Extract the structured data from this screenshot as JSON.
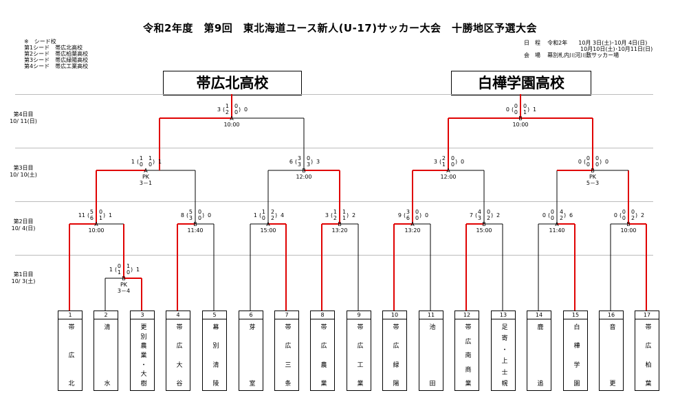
{
  "title": "令和2年度　第9回　東北海道ユース新人(U-17)サッカー大会　十勝地区予選大会",
  "seeds": {
    "heading": "※　シード校",
    "lines": [
      "第1シード　帯広北高校",
      "第2シード　帯広柏葉高校",
      "第3シード　帯広緑陽高校",
      "第4シード　帯広工業高校"
    ]
  },
  "schedule": {
    "label1": "日　程",
    "val1": "令和2年　　10月 3日(土)･10月 4日(日)",
    "val1b": "10月10日(土)･10月11日(日)",
    "label2": "会　場",
    "val2": "幕別札内川河川敷サッカー場"
  },
  "champions": [
    "帯広北高校",
    "白樺学園高校"
  ],
  "days": [
    {
      "name": "第4日目",
      "date": "10/ 11(日)"
    },
    {
      "name": "第3日目",
      "date": "10/ 10(土)"
    },
    {
      "name": "第2日目",
      "date": "10/ 4(日)"
    },
    {
      "name": "第1日目",
      "date": "10/ 3(土)"
    }
  ],
  "teams": [
    {
      "num": "1",
      "name": "帯広北"
    },
    {
      "num": "2",
      "name": "清水"
    },
    {
      "num": "3",
      "name": "更別農業・大樹"
    },
    {
      "num": "4",
      "name": "帯広大谷"
    },
    {
      "num": "5",
      "name": "幕別清陵"
    },
    {
      "num": "6",
      "name": "芽室"
    },
    {
      "num": "7",
      "name": "帯広三条"
    },
    {
      "num": "8",
      "name": "帯広農業"
    },
    {
      "num": "9",
      "name": "帯広工業"
    },
    {
      "num": "10",
      "name": "帯広緑陽"
    },
    {
      "num": "11",
      "name": "池田"
    },
    {
      "num": "12",
      "name": "帯広南商業"
    },
    {
      "num": "13",
      "name": "足寄・上士幌"
    },
    {
      "num": "14",
      "name": "鹿追"
    },
    {
      "num": "15",
      "name": "白樺学園"
    },
    {
      "num": "16",
      "name": "音更"
    },
    {
      "num": "17",
      "name": "帯広柏葉"
    }
  ],
  "matches": [
    {
      "id": "r1",
      "sl": "1",
      "sr": "1",
      "h": [
        "0",
        "1"
      ],
      "h2": [
        "1",
        "0"
      ],
      "court": "B",
      "time": "",
      "pk": "PK",
      "pks": "3－4"
    },
    {
      "id": "r2a",
      "sl": "11",
      "sr": "1",
      "h": [
        "5",
        "0"
      ],
      "h2": [
        "6",
        "1"
      ],
      "court": "A",
      "time": "10:00",
      "pk": "",
      "pks": ""
    },
    {
      "id": "r2b",
      "sl": "8",
      "sr": "0",
      "h": [
        "5",
        "0"
      ],
      "h2": [
        "3",
        "0"
      ],
      "court": "B",
      "time": "11:40",
      "pk": "",
      "pks": ""
    },
    {
      "id": "r2c",
      "sl": "1",
      "sr": "4",
      "h": [
        "1",
        "2"
      ],
      "h2": [
        "0",
        "2"
      ],
      "court": "A",
      "time": "15:00",
      "pk": "",
      "pks": ""
    },
    {
      "id": "r2d",
      "sl": "3",
      "sr": "2",
      "h": [
        "1",
        "1"
      ],
      "h2": [
        "2",
        "1"
      ],
      "court": "B",
      "time": "13:20",
      "pk": "",
      "pks": ""
    },
    {
      "id": "r2e",
      "sl": "9",
      "sr": "0",
      "h": [
        "3",
        "0"
      ],
      "h2": [
        "6",
        "0"
      ],
      "court": "A",
      "time": "13:20",
      "pk": "",
      "pks": ""
    },
    {
      "id": "r2f",
      "sl": "7",
      "sr": "2",
      "h": [
        "4",
        "0"
      ],
      "h2": [
        "3",
        "2"
      ],
      "court": "B",
      "time": "15:00",
      "pk": "",
      "pks": ""
    },
    {
      "id": "r2g",
      "sl": "0",
      "sr": "6",
      "h": [
        "0",
        "4"
      ],
      "h2": [
        "0",
        "2"
      ],
      "court": "A",
      "time": "11:40",
      "pk": "",
      "pks": ""
    },
    {
      "id": "r2h",
      "sl": "0",
      "sr": "2",
      "h": [
        "0",
        "0"
      ],
      "h2": [
        "0",
        "2"
      ],
      "court": "B",
      "time": "10:00",
      "pk": "",
      "pks": ""
    },
    {
      "id": "r3a",
      "sl": "1",
      "sr": "1",
      "h": [
        "1",
        "1"
      ],
      "h2": [
        "0",
        "0"
      ],
      "court": "A",
      "time": "",
      "pk": "PK",
      "pks": "3－1"
    },
    {
      "id": "r3b",
      "sl": "6",
      "sr": "3",
      "h": [
        "3",
        "0"
      ],
      "h2": [
        "3",
        "3"
      ],
      "court": "B",
      "time": "12:00",
      "pk": "",
      "pks": ""
    },
    {
      "id": "r3c",
      "sl": "3",
      "sr": "0",
      "h": [
        "2",
        "0"
      ],
      "h2": [
        "1",
        "0"
      ],
      "court": "A",
      "time": "12:00",
      "pk": "",
      "pks": ""
    },
    {
      "id": "r3d",
      "sl": "0",
      "sr": "0",
      "h": [
        "0",
        "0"
      ],
      "h2": [
        "0",
        "0"
      ],
      "court": "B",
      "time": "",
      "pk": "PK",
      "pks": "5－3"
    },
    {
      "id": "r4a",
      "sl": "3",
      "sr": "0",
      "h": [
        "1",
        "0"
      ],
      "h2": [
        "2",
        "0"
      ],
      "court": "A",
      "time": "10:00",
      "pk": "",
      "pks": ""
    },
    {
      "id": "r4b",
      "sl": "0",
      "sr": "1",
      "h": [
        "0",
        "0"
      ],
      "h2": [
        "0",
        "1"
      ],
      "court": "B",
      "time": "10:00",
      "pk": "",
      "pks": ""
    }
  ],
  "colors": {
    "win": "#e00000",
    "line": "#000000"
  }
}
